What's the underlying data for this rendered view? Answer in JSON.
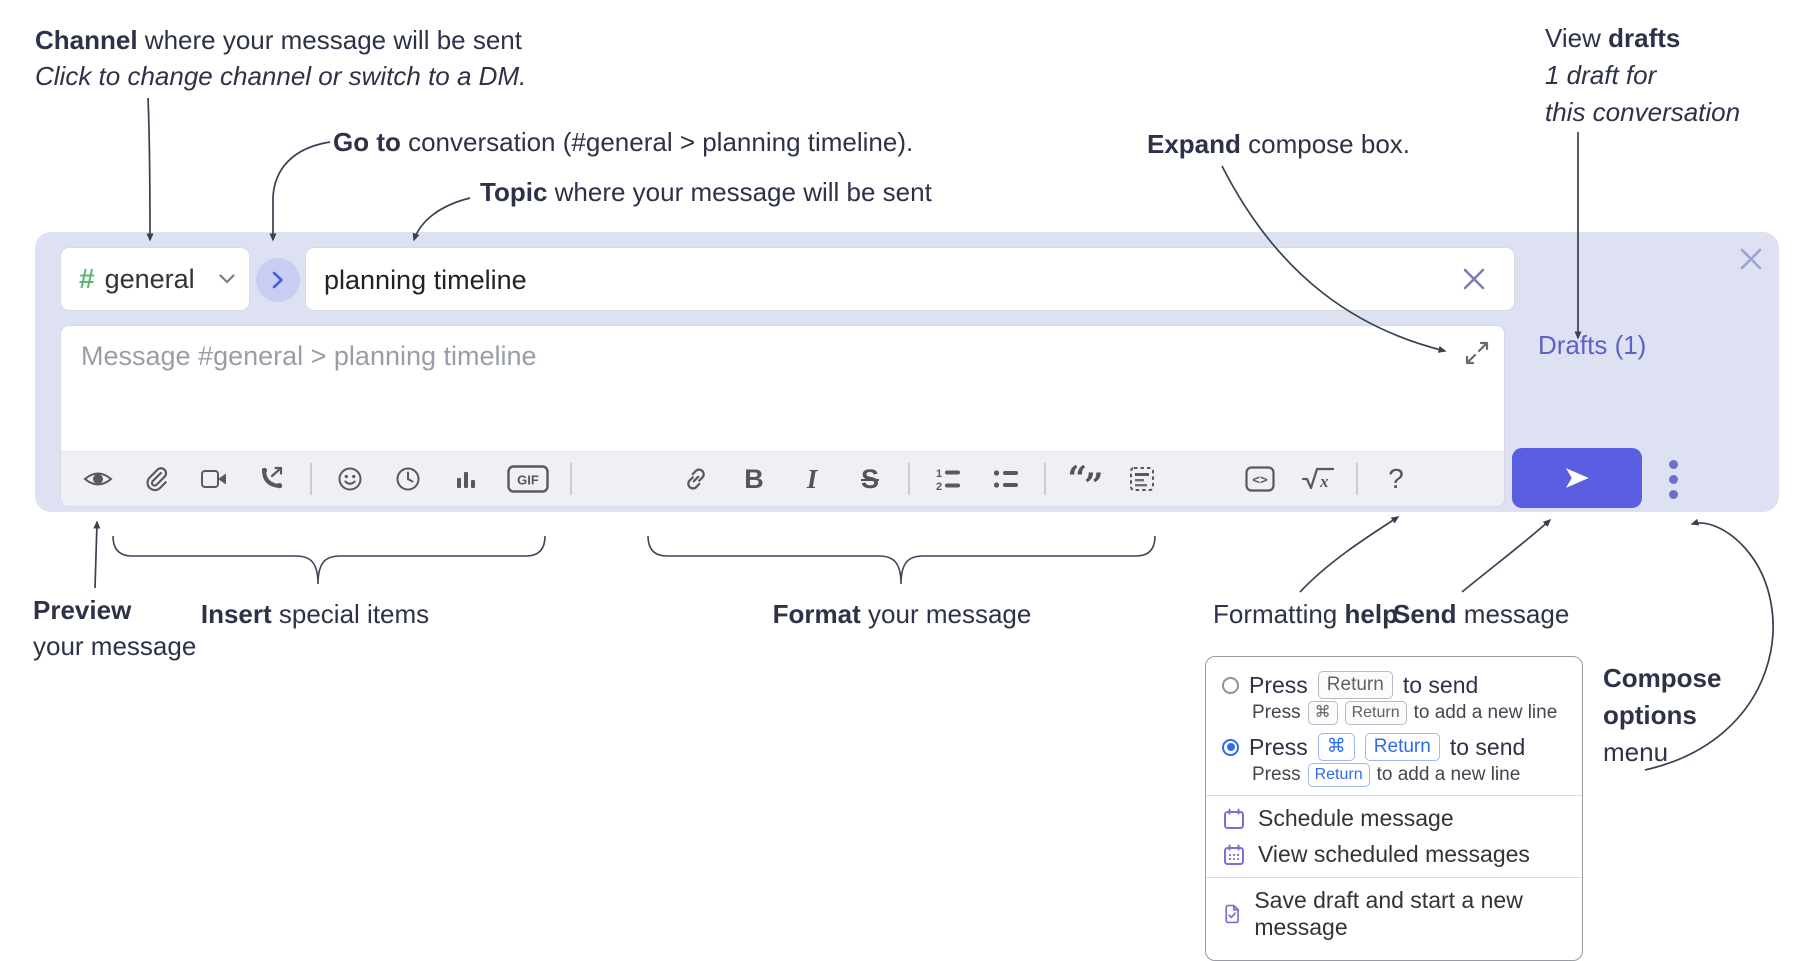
{
  "annotations": {
    "channel": {
      "bold": "Channel",
      "rest": " where your message will be sent",
      "line2": "Click to change channel or switch to a DM."
    },
    "goto": {
      "bold": "Go to",
      "rest": " conversation (#general > planning timeline)."
    },
    "topic": {
      "bold": "Topic",
      "rest": " where your message will be sent"
    },
    "expand": {
      "bold": "Expand",
      "rest": " compose box."
    },
    "view_drafts": {
      "line1_pre": "View ",
      "line1_bold": "drafts",
      "line2": "1 draft for",
      "line3": "this conversation"
    },
    "preview": {
      "bold": "Preview",
      "line2": "your message"
    },
    "insert": {
      "bold": "Insert",
      "rest": " special items"
    },
    "format": {
      "bold": "Format",
      "rest": " your message"
    },
    "formatting_help": {
      "pre": "Formatting ",
      "bold": "help"
    },
    "send": {
      "bold": "Send",
      "rest": " message"
    },
    "compose_options": {
      "line1": "Compose",
      "line2": "options",
      "line3": "menu"
    }
  },
  "compose": {
    "channel_name": "general",
    "topic_value": "planning timeline",
    "message_placeholder": "Message #general > planning timeline",
    "drafts_label": "Drafts (1)",
    "toolbar_icons": [
      "preview-eye",
      "attach-file",
      "start-video-call",
      "start-voice-call",
      "emoji",
      "add-global-time",
      "add-poll",
      "add-gif",
      "link",
      "bold",
      "italic",
      "strikethrough",
      "numbered-list",
      "bulleted-list",
      "quote",
      "spoiler",
      "code",
      "math",
      "help"
    ]
  },
  "icons": {
    "hash": "#",
    "gif": "GIF",
    "bold": "B",
    "italic": "I",
    "strike": "S",
    "help": "?",
    "quote_open": "“",
    "quote_close": "”",
    "code": "<>",
    "math_x": "x",
    "list_one": "1",
    "list_two": "2"
  },
  "menu": {
    "opt1": {
      "press": "Press",
      "key1": "Return",
      "to": "to send",
      "sub_press": "Press",
      "sub_key1": "⌘",
      "sub_key2": "Return",
      "sub_to": "to add a new line"
    },
    "opt2": {
      "press": "Press",
      "key1": "⌘",
      "key2": "Return",
      "to": "to send",
      "sub_press": "Press",
      "sub_key1": "Return",
      "sub_to": "to add a new line"
    },
    "item1": "Schedule message",
    "item2": "View scheduled messages",
    "item3": "Save draft and start a new message"
  },
  "colors": {
    "compose_bg": "#dee1f2",
    "send_button": "#5a5ee0",
    "hash_green": "#5cb87a",
    "drafts_link": "#5c63c4",
    "radio_selected": "#2f6bf0",
    "menu_icon_purple": "#7b6fd4",
    "annotation_text": "#2e3249"
  }
}
